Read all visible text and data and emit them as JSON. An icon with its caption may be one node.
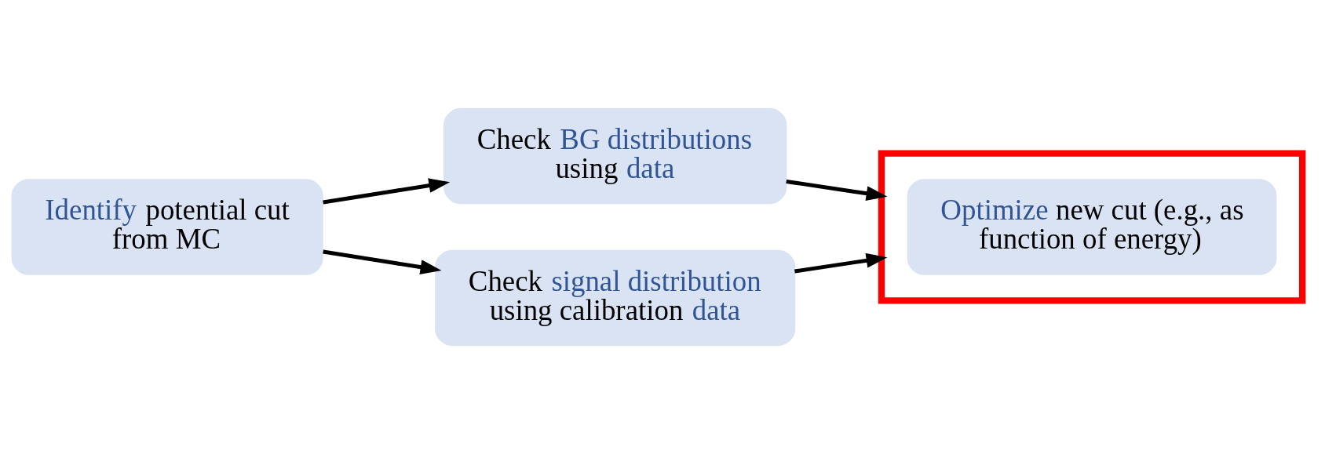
{
  "diagram": {
    "nodes": [
      {
        "text": [
          "**Identify** potential cut from MC"
        ]
      },
      {
        "text": [
          "Check **BG distributions** using **data**"
        ]
      },
      {
        "text": [
          "Check **signal distribution** using calibration **data**"
        ]
      },
      {
        "text": [],
        "shape": "box"
      },
      {
        "text": [
          "**Optimize** new cut (e.g., as function of energy)"
        ],
        "in": 3
      }
    ],
    "edges": [
      {
        "from": 0,
        "to": 1,
        "arrow": "to"
      },
      {
        "from": 0,
        "to": 2,
        "arrow": "to"
      },
      {
        "from": 1,
        "to": 3,
        "arrow": "to"
      },
      {
        "from": 2,
        "to": 3,
        "arrow": "to"
      }
    ]
  }
}
